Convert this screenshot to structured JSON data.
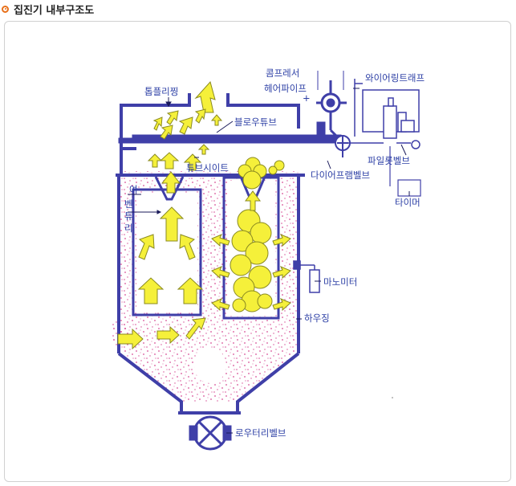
{
  "header": {
    "title": "집진기 내부구조도"
  },
  "labels": {
    "top_pleating": "톱플리찡",
    "blow_tube": "블로우튜브",
    "tube_sheet": "튜브시이트",
    "compressor": "콤프레서",
    "air_pipe": "헤어파이프",
    "wiring_trap": "와이어링트래프",
    "pilot_valve": "파일롯벨브",
    "diaphragm_valve": "다이어프램벨브",
    "timer": "타이머",
    "yeo": "여",
    "venturi_1": "벤",
    "venturi_2": "튜",
    "venturi_3": "리",
    "manometer": "마노미터",
    "housing": "하우징",
    "rotary_valve": "로우터리벨브",
    "plus_sign": "+"
  },
  "colors": {
    "structure": "#3f3fa8",
    "arrow_fill": "#f5f03a",
    "arrow_stroke": "#8a8a20",
    "dust": "#d23a8a",
    "label": "#2c3fa5",
    "bullet": "#e8701a"
  }
}
